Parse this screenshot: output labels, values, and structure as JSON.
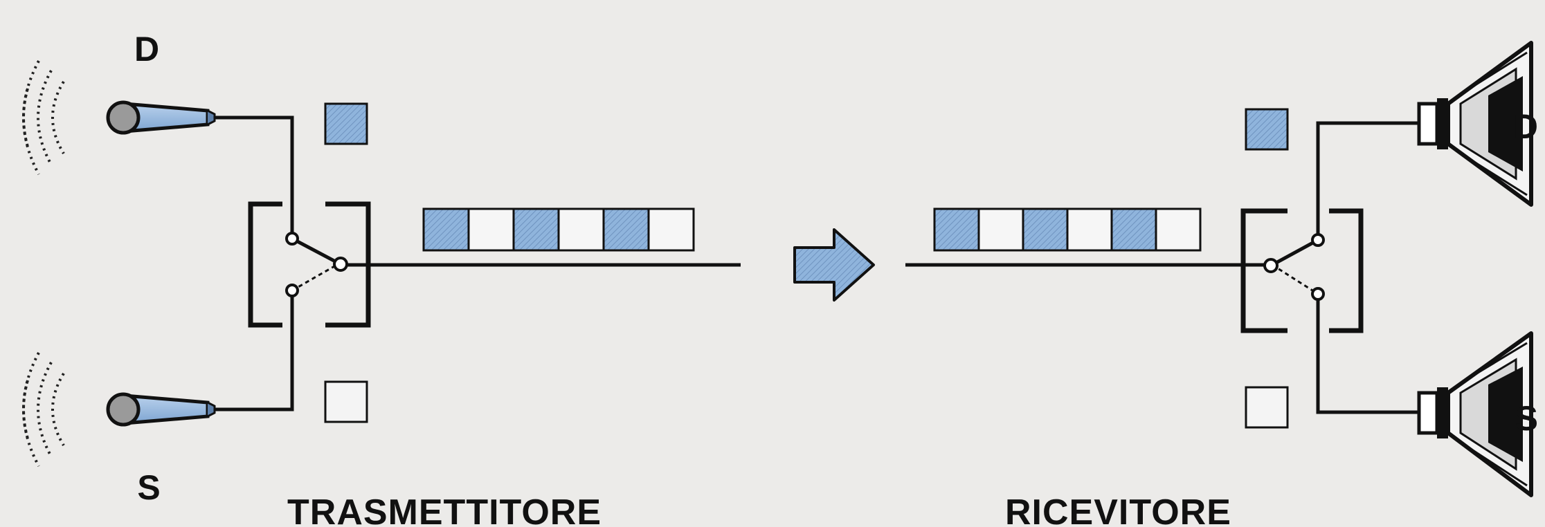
{
  "transmitter": {
    "title": "TRASMETTITORE",
    "top_channel": "D",
    "bottom_channel": "S"
  },
  "receiver": {
    "title": "RICEVITORE",
    "top_channel": "D",
    "bottom_channel": "S"
  },
  "packet_sequence": {
    "transmitter_cells": [
      "filled",
      "empty",
      "filled",
      "empty",
      "filled",
      "empty"
    ],
    "receiver_cells": [
      "filled",
      "empty",
      "filled",
      "empty",
      "filled",
      "empty"
    ]
  },
  "indicators": {
    "top": "filled",
    "bottom": "empty"
  },
  "colors": {
    "background": "#ecebe9",
    "line": "#111111",
    "blue_fill": "#8fb4dc",
    "hatch": "#6f93bf",
    "mic_head": "#9a9a9a"
  },
  "icons": {
    "microphone": "microphone-icon",
    "speaker": "speaker-icon",
    "sound_waves": "sound-waves-icon",
    "arrow": "arrow-right-icon",
    "switch": "switch-icon"
  }
}
